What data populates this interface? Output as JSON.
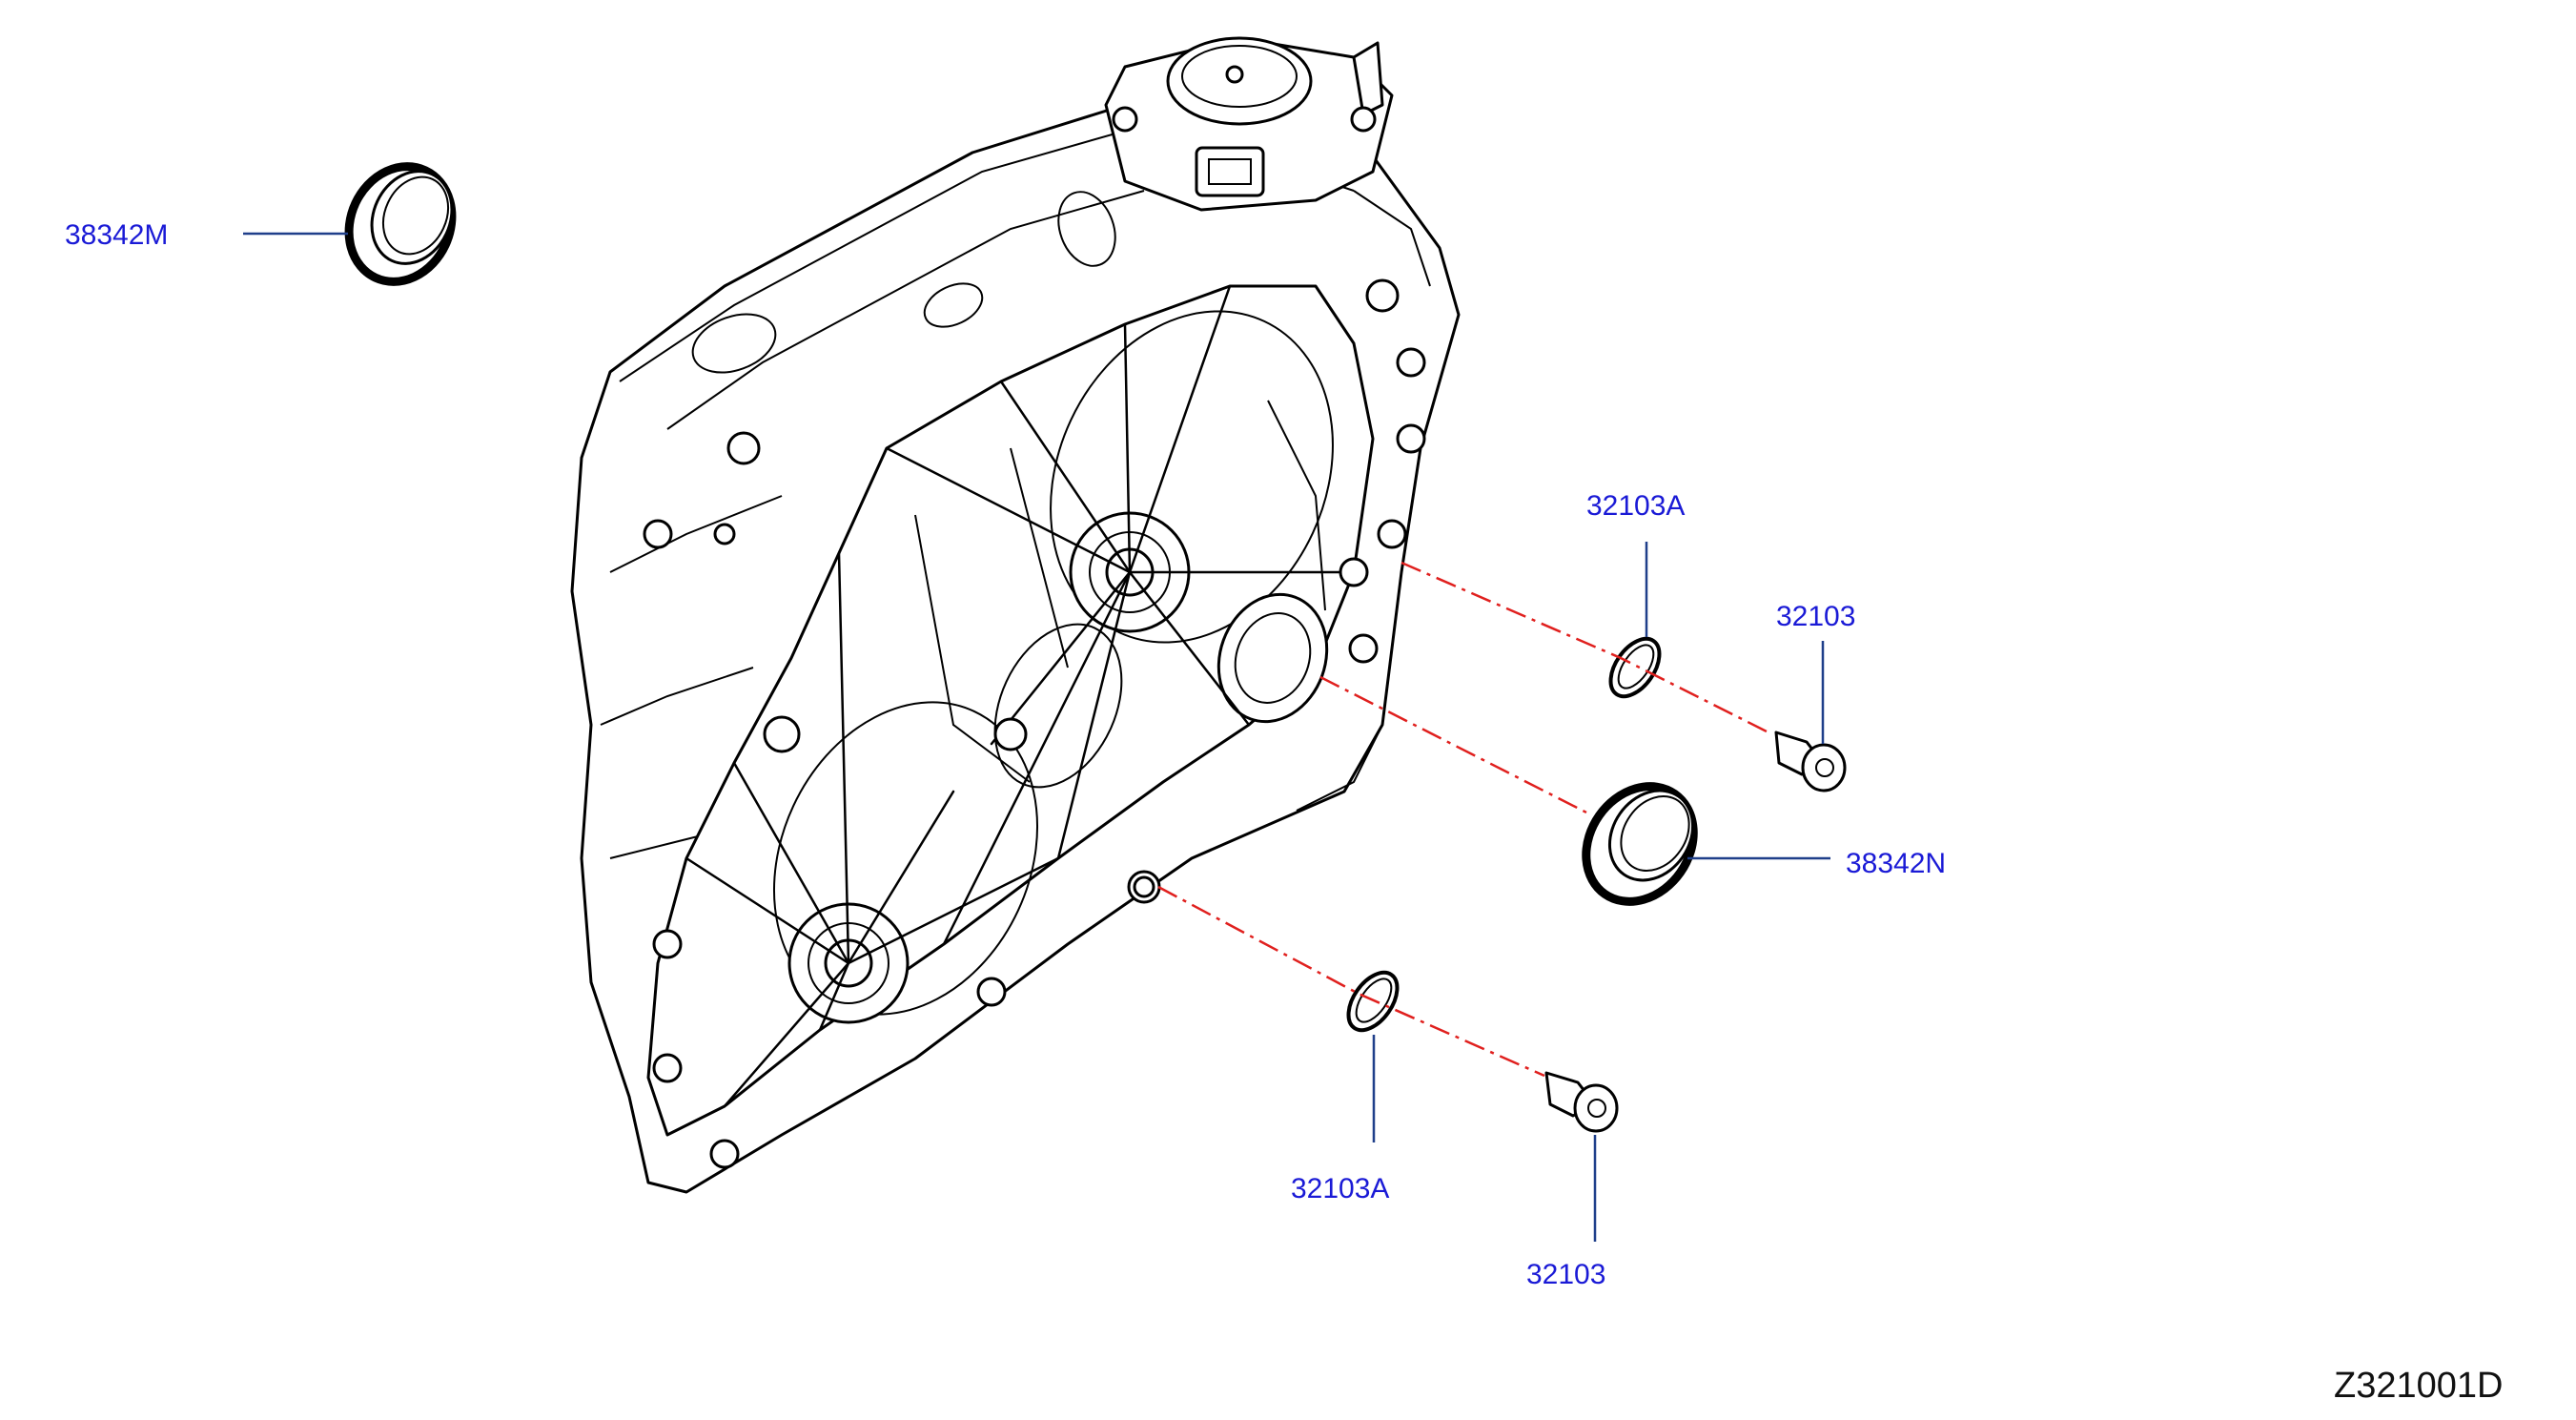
{
  "colors": {
    "callout_text": "#1a1ad6",
    "leader_line": "#1f3f8a",
    "axis_line": "#e0201e",
    "line_art": "#000000",
    "background": "#ffffff"
  },
  "diagram": {
    "main_part": "transmission-case-housing",
    "callouts": {
      "oil_seal_left": "38342M",
      "oil_seal_right": "38342N",
      "washer_upper": "32103A",
      "plug_upper": "32103",
      "washer_lower": "32103A",
      "plug_lower": "32103"
    },
    "diagram_code": "Z321001D"
  }
}
